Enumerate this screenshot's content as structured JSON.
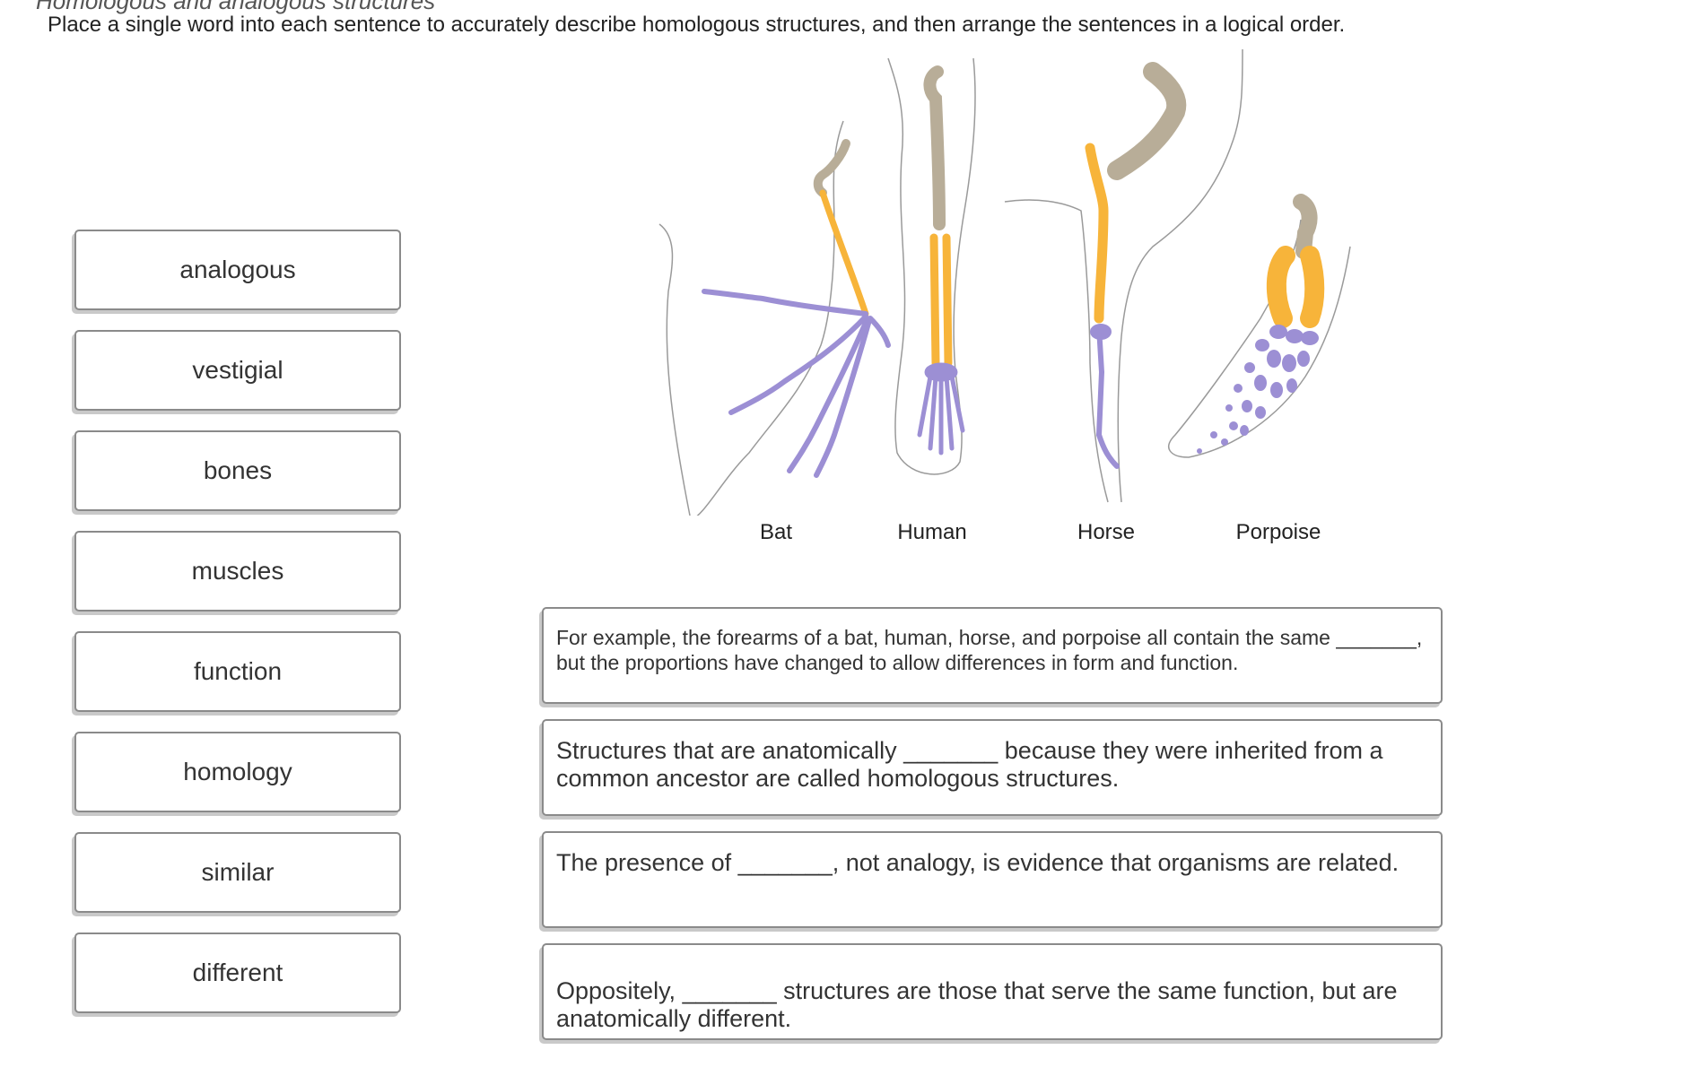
{
  "page_title": "Homologous and analogous structures",
  "instructions": "Place a single word into each sentence to accurately describe homologous structures, and then arrange the sentences in a logical order.",
  "word_bank": [
    "analogous",
    "vestigial",
    "bones",
    "muscles",
    "function",
    "homology",
    "similar",
    "different"
  ],
  "figure": {
    "labels": [
      "Bat",
      "Human",
      "Horse",
      "Porpoise"
    ],
    "colors": {
      "humerus": "#b8ad98",
      "forearm": "#f7b43a",
      "hand": "#9c8fd4",
      "outline": "#9a9a9a"
    }
  },
  "sentences": [
    "For example, the forearms of a bat, human, horse, and porpoise all contain the same _______, but the proportions have changed to allow differences in form and function.",
    "Structures that are anatomically _______ because they were inherited from a common ancestor are called homologous structures.",
    "The presence of _______, not analogy, is evidence that organisms are related.",
    "Oppositely, _______ structures are those that serve the same function, but are anatomically different."
  ]
}
